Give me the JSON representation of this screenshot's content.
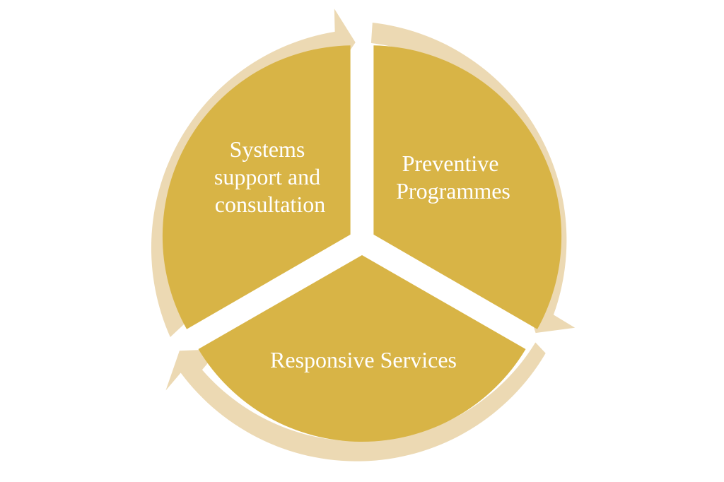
{
  "diagram": {
    "type": "cycle",
    "colors": {
      "segment_fill": "#d8b446",
      "arrow_fill": "#ecd9b3",
      "text": "#ffffff",
      "background": "#ffffff"
    },
    "segments": [
      {
        "lines": [
          "Preventive",
          "Programmes"
        ]
      },
      {
        "lines": [
          "Responsive Services"
        ]
      },
      {
        "lines": [
          "Systems",
          "support and",
          "consultation"
        ]
      }
    ]
  }
}
